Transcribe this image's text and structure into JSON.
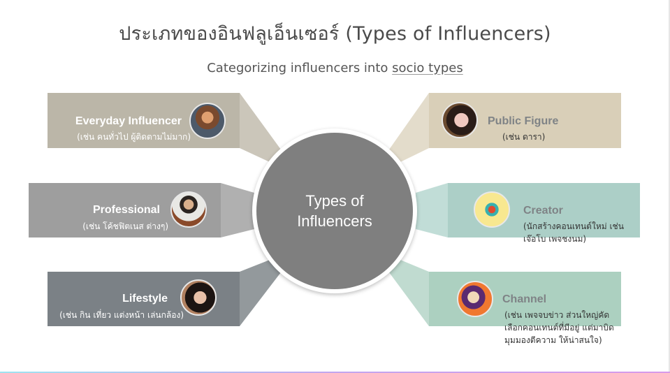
{
  "slide": {
    "title": "ประเภทของอินฟลูเอ็นเซอร์ (Types of Influencers)",
    "subtitle_prefix": "Categorizing influencers into ",
    "subtitle_link": "socio types"
  },
  "center": {
    "line1": "Types of",
    "line2": "Influencers",
    "color": "#7f7f7f"
  },
  "left_items": [
    {
      "name": "Everyday Influencer",
      "desc": "(เช่น คนทั่วไป ผู้ติดตามไม่มาก)",
      "color": "#bbb6a8",
      "connector_color": "#cbc6ba",
      "avatar": "woman-smiling-photo"
    },
    {
      "name": "Professional",
      "desc": "(เช่น โค้ชฟิตเนส ต่างๆ)",
      "color": "#9e9e9e",
      "connector_color": "#b0b0b0",
      "avatar": "fitness-coach-photo"
    },
    {
      "name": "Lifestyle",
      "desc": "(เช่น กิน เที่ยว แต่งหน้า เล่นกล้อง)",
      "color": "#7b8186",
      "connector_color": "#93999c",
      "avatar": "lifestyle-woman-photo"
    }
  ],
  "right_items": [
    {
      "name": "Public Figure",
      "desc_lines": [
        "(เช่น ดารา)"
      ],
      "color": "#d9cfb8",
      "connector_color": "#e3dccb",
      "avatar": "actress-photo"
    },
    {
      "name": "Creator",
      "desc_lines": [
        "(นักสร้างคอนเทนต์ใหม่ เช่น",
        "เจ๊อโบ เพจชงนม)"
      ],
      "color": "#accfc7",
      "connector_color": "#c1ddd7",
      "avatar": "creator-duo-photo"
    },
    {
      "name": "Channel",
      "desc_lines": [
        "(เช่น เพจจบข่าว ส่วนใหญ่คัด",
        "เลือกคอนเทนต์ที่มีอยู่ แต่มาบิด",
        "มุมมองตีความ ให้น่าสนใจ)"
      ],
      "color": "#acd0c0",
      "connector_color": "#c0dbd0",
      "avatar": "cartoon-man-photo"
    }
  ],
  "text_colors": {
    "left_text": "#ffffff",
    "right_name": "#7f8386",
    "right_desc": "#333333"
  }
}
